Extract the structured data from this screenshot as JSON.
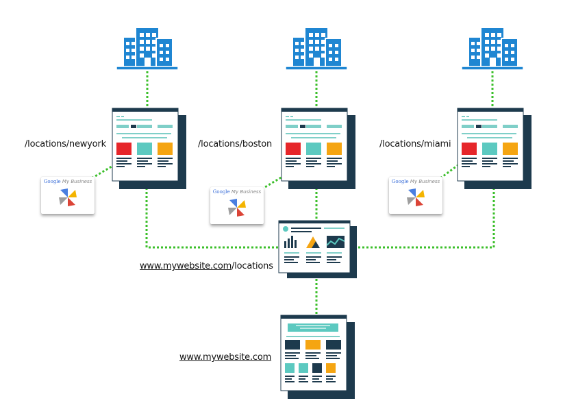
{
  "labels": {
    "newyork": "/locations/newyork",
    "boston": "/locations/boston",
    "miami": "/locations/miami",
    "locations_domain": "www.mywebsite.com",
    "locations_path": "/locations",
    "home": "www.mywebsite.com"
  },
  "gmb": {
    "google": "Google",
    "my_business": "My Business"
  },
  "colors": {
    "connector": "#3bbf2a",
    "building": "#1f86d2",
    "page_dark": "#1d3a4d",
    "teal": "#5cc9c0",
    "red": "#e6262a",
    "orange": "#f5a512"
  },
  "icons": {
    "building": "building-icon",
    "gmb": "google-my-business-icon"
  }
}
